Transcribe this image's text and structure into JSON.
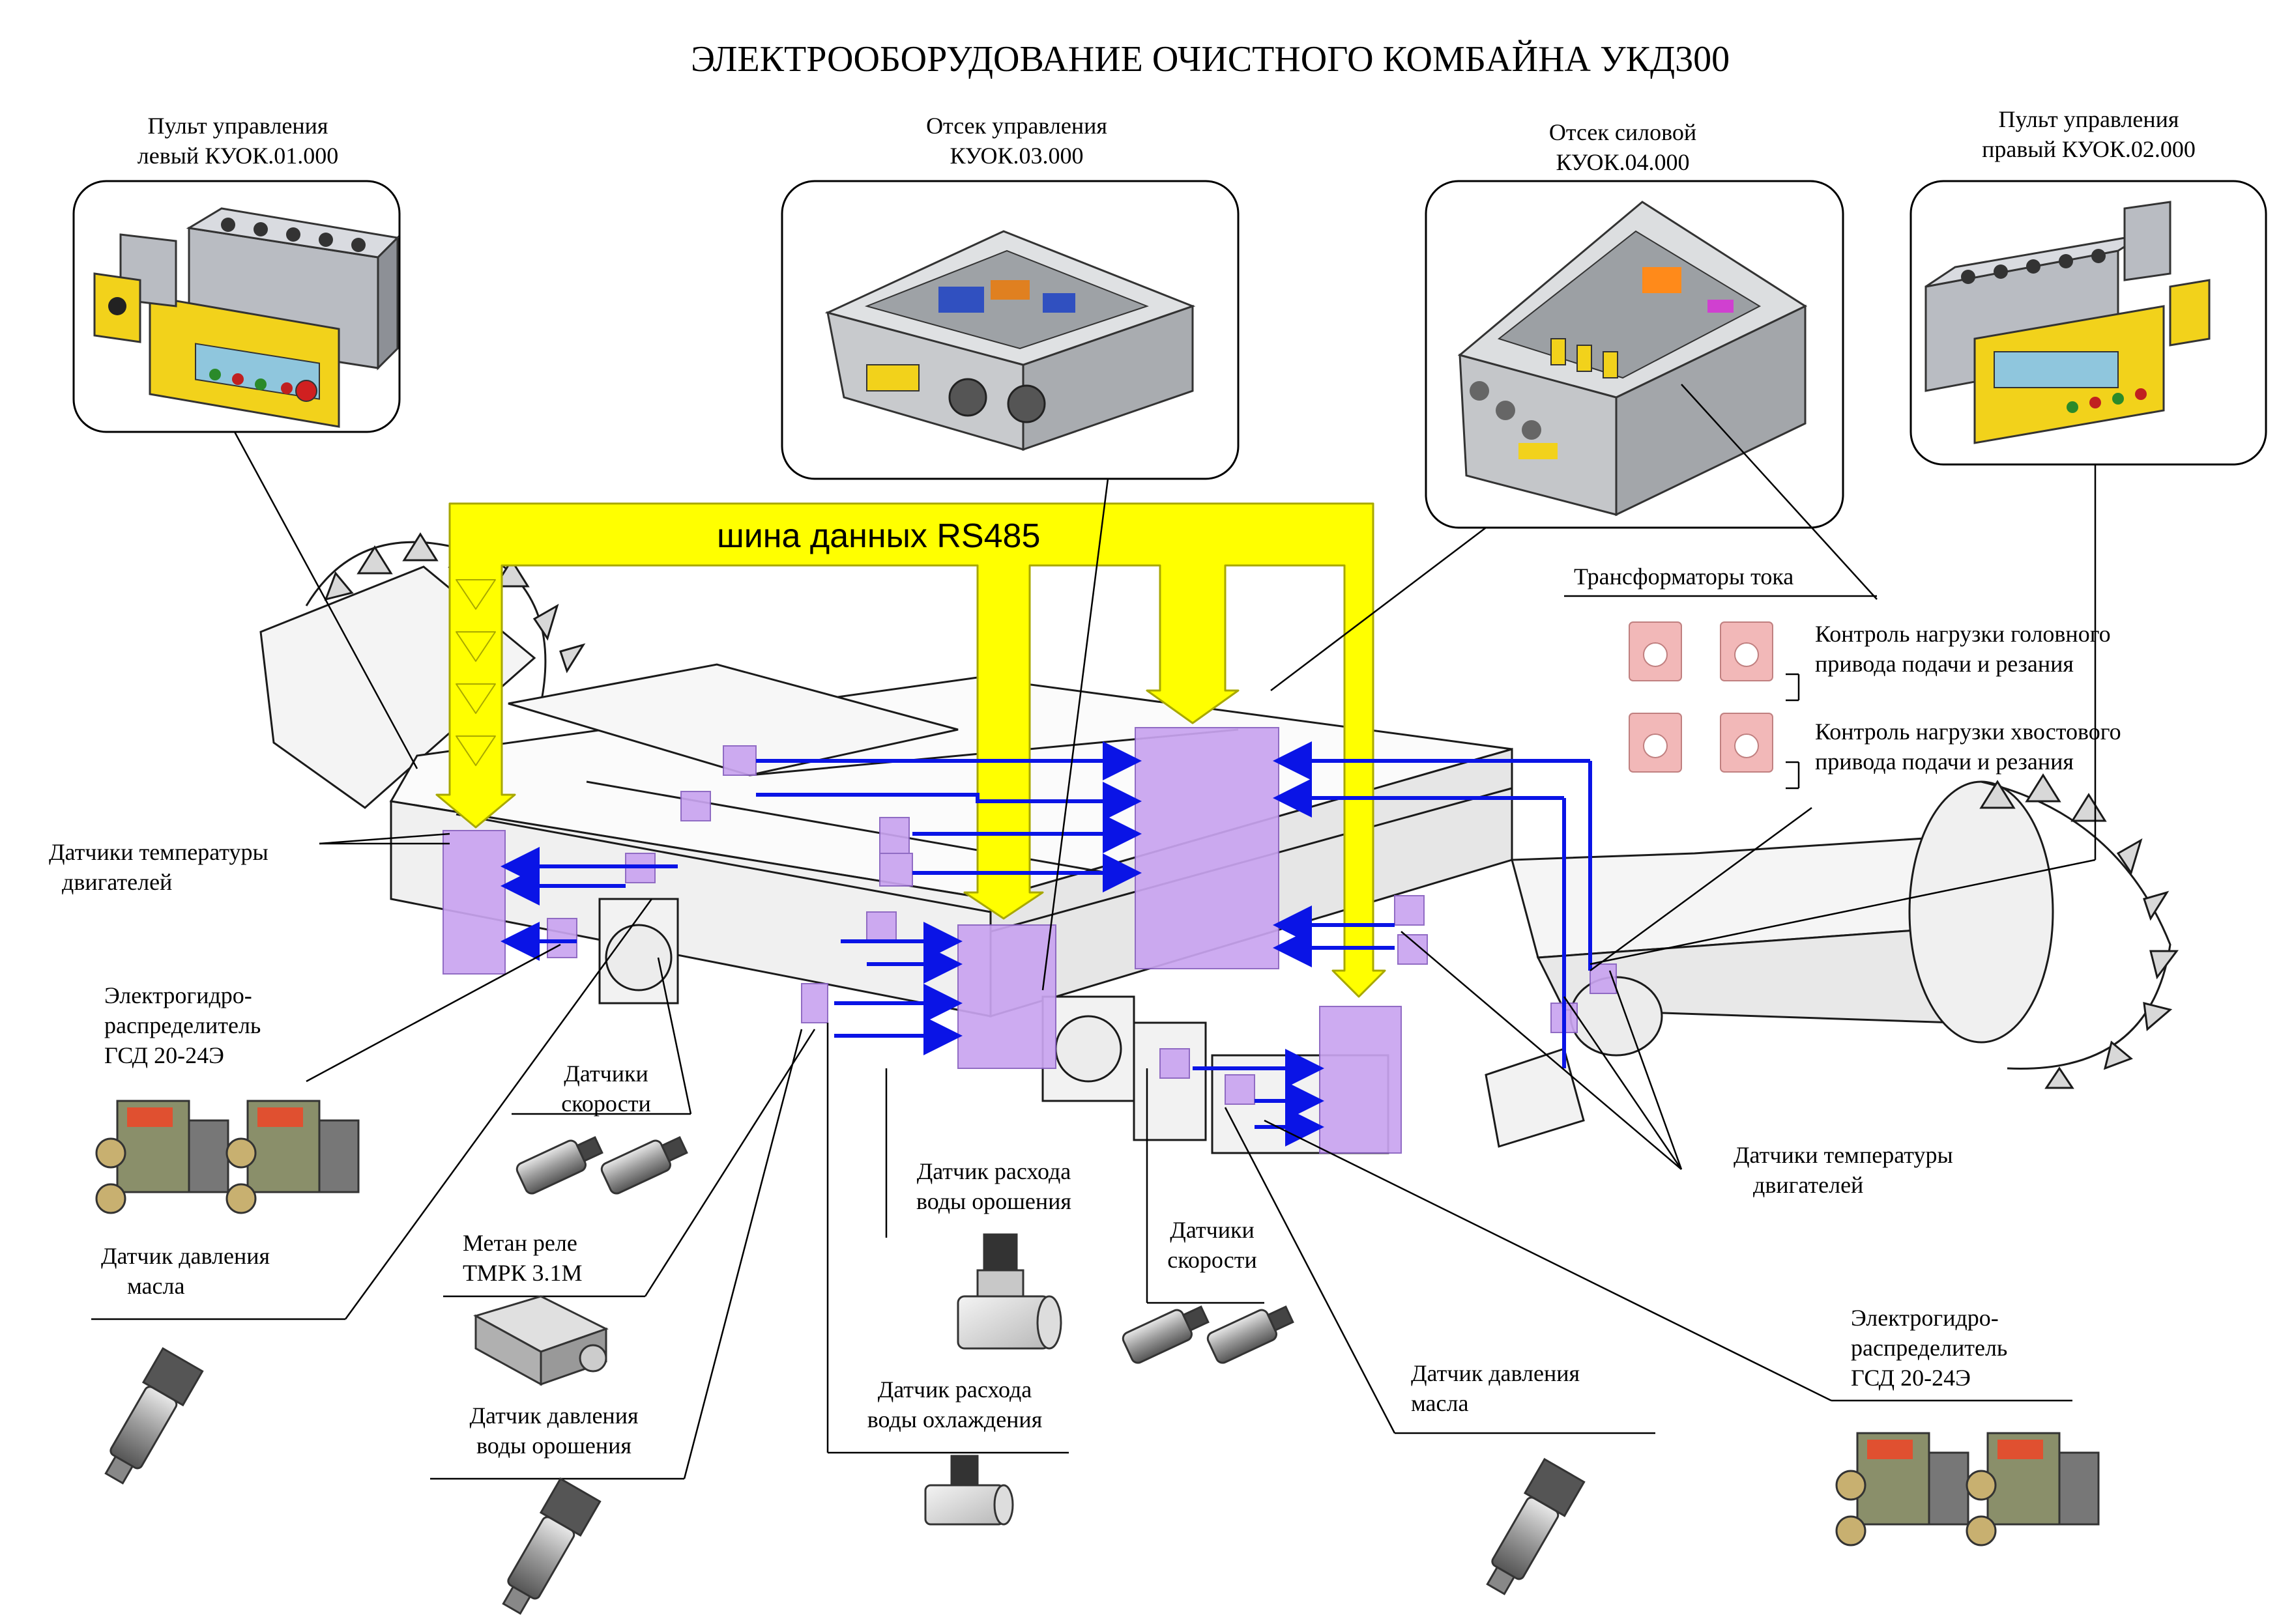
{
  "title": "ЭЛЕКТРООБОРУДОВАНИЕ ОЧИСТНОГО КОМБАЙНА УКД300",
  "bus_label": "шина данных RS485",
  "panel_left": {
    "line1": "Пульт управления",
    "line2": "левый КУОК.01.000"
  },
  "control_compartment": {
    "line1": "Отсек управления",
    "line2": "КУОК.03.000"
  },
  "power_compartment": {
    "line1": "Отсек силовой",
    "line2": "КУОК.04.000"
  },
  "panel_right": {
    "line1": "Пульт управления",
    "line2": "правый КУОК.02.000"
  },
  "current_transformers": "Трансформаторы тока",
  "load_head": {
    "line1": "Контроль нагрузки головного",
    "line2": "привода подачи и резания"
  },
  "load_tail": {
    "line1": "Контроль нагрузки хвостового",
    "line2": "привода подачи и резания"
  },
  "temp_left": {
    "line1": "Датчики температуры",
    "line2": "двигателей"
  },
  "temp_right": {
    "line1": "Датчики температуры",
    "line2": "двигателей"
  },
  "distributor_left": {
    "line1": "Электрогидро-",
    "line2": "распределитель",
    "line3": "ГСД 20-24Э"
  },
  "distributor_right": {
    "line1": "Электрогидро-",
    "line2": "распределитель",
    "line3": "ГСД 20-24Э"
  },
  "speed_left": {
    "line1": "Датчики",
    "line2": "скорости"
  },
  "speed_right": {
    "line1": "Датчики",
    "line2": "скорости"
  },
  "oil_left": {
    "line1": "Датчик давления",
    "line2": "масла"
  },
  "oil_right": {
    "line1": "Датчик давления",
    "line2": "масла"
  },
  "methane": {
    "line1": "Метан реле",
    "line2": "ТМРК 3.1М"
  },
  "water_pressure": {
    "line1": "Датчик давления",
    "line2": "воды орошения"
  },
  "water_flow_irrigation": {
    "line1": "Датчик расхода",
    "line2": "воды орошения"
  },
  "water_flow_cooling": {
    "line1": "Датчик расхода",
    "line2": "воды охлаждения"
  },
  "colors": {
    "bus": "#ffff00",
    "bus_stroke": "#a8a800",
    "signal": "#0a14e6",
    "module": "#c9a4f0",
    "sensor_tag": "#f2b8b8"
  }
}
